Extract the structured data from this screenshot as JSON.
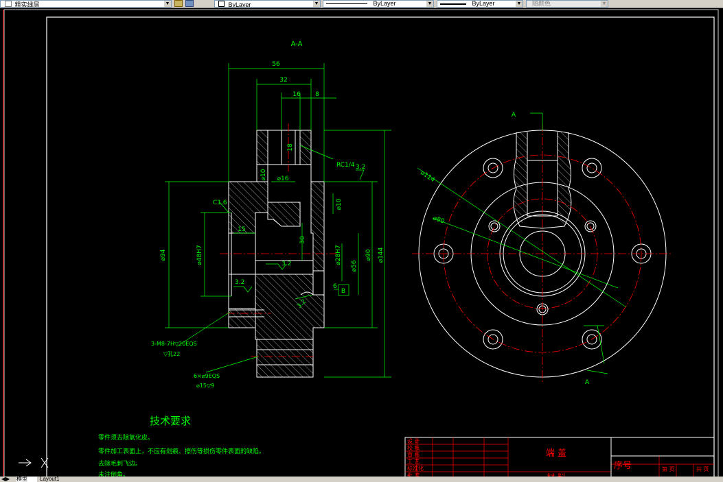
{
  "toolbar": {
    "layer_value": "粗实线层",
    "color_value": "ByLayer",
    "linetype_value": "ByLayer",
    "lineweight_value": "ByLayer",
    "plotstyle_value": "随颜色"
  },
  "colors": {
    "background": "#000000",
    "frame": "#ffffff",
    "dimension": "#00ff00",
    "centerline": "#ff0000",
    "geometry": "#ffffff",
    "hatch": "#ffffff",
    "title_text": "#ff0000"
  },
  "drawing": {
    "section_label": "A-A",
    "view_label_top": "A",
    "view_label_bottom": "A",
    "dims": {
      "d56": "56",
      "d32": "32",
      "d16": "16",
      "d8": "8",
      "d18": "18",
      "d15": "15",
      "d30": "30",
      "d6": "6",
      "phi16": "⌀16",
      "phi10": "⌀10",
      "phi94": "⌀94",
      "phi48h7": "⌀48H7",
      "phi28h7": "⌀28H7",
      "phi56": "⌀56",
      "phi90": "⌀90",
      "phi144": "⌀144",
      "phi114": "⌀114",
      "phi80": "⌀80",
      "c16": "C1.6",
      "rc14": "RC1/4",
      "r32a": "3.2",
      "r32b": "3.2",
      "r32c": "3.2",
      "r32d": "3.2",
      "datum_b": "B"
    },
    "callout1_line1": "3-M8-7H▽20EQS",
    "callout1_line2": "▽孔22",
    "callout2_line1": "6×⌀9EQS",
    "callout2_line2": "⌀15▽9"
  },
  "notes": {
    "title": "技术要求",
    "lines": [
      "零件须去除氧化皮。",
      "零件加工表面上，不应有划痕、擦伤等损伤零件表面的缺陷。",
      "去除毛刺飞边。",
      "未注倒角。"
    ]
  },
  "title_block": {
    "part_name": "端 盖",
    "material_label": "材 料",
    "seq_label": "序号",
    "row_labels": [
      "设 计",
      "校 核",
      "审 核",
      "工 艺",
      "标准化",
      "批 准"
    ],
    "sheet_labels": [
      "第 页",
      "共 页"
    ]
  },
  "tabs": {
    "model": "模型",
    "layout": "Layout1"
  }
}
